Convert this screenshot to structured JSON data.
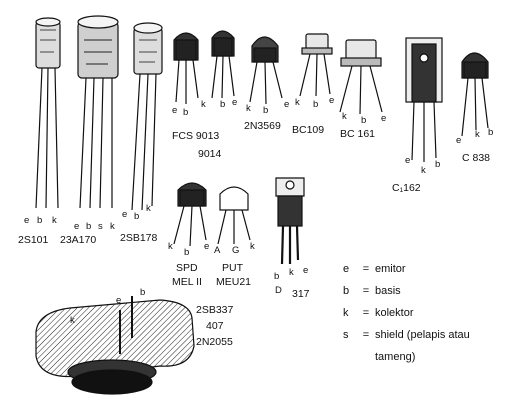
{
  "components": [
    {
      "id": "2s101",
      "label": "2S101",
      "pins": [
        "e",
        "b",
        "k"
      ]
    },
    {
      "id": "23a170",
      "label": "23A170",
      "pins": [
        "e",
        "b",
        "s",
        "k"
      ]
    },
    {
      "id": "2sb178",
      "label": "2SB178",
      "pins": [
        "e",
        "b",
        "k"
      ]
    },
    {
      "id": "fcs",
      "label1": "FCS 9013",
      "label2": "9014",
      "pins": [
        "e",
        "b",
        "k"
      ]
    },
    {
      "id": "fcs2",
      "pins": [
        "b",
        "e"
      ]
    },
    {
      "id": "2n3569",
      "label": "2N3569",
      "pins": [
        "k",
        "b",
        "e"
      ]
    },
    {
      "id": "bc109",
      "label": "BC109",
      "pins": [
        "k",
        "b",
        "e"
      ]
    },
    {
      "id": "bc161",
      "label": "BC 161",
      "pins": [
        "k",
        "b",
        "e"
      ]
    },
    {
      "id": "c1162",
      "label": "C₁162",
      "pins": [
        "e",
        "k",
        "b"
      ]
    },
    {
      "id": "c838",
      "label": "C 838",
      "pins": [
        "e",
        "k",
        "b"
      ]
    },
    {
      "id": "spd",
      "label1": "SPD",
      "label2": "MEL II",
      "pins": [
        "k",
        "b",
        "e"
      ]
    },
    {
      "id": "put",
      "label1": "PUT",
      "label2": "MEU21",
      "pins": [
        "A",
        "G",
        "k"
      ]
    },
    {
      "id": "t317",
      "label": "317",
      "pins": [
        "b",
        "D",
        "k",
        "e"
      ]
    },
    {
      "id": "power",
      "label1": "2SB337",
      "label2": "407",
      "label3": "2N2055",
      "pins": [
        "e",
        "b",
        "k"
      ]
    }
  ],
  "legend": [
    {
      "key": "e",
      "text": "emitor"
    },
    {
      "key": "b",
      "text": "basis"
    },
    {
      "key": "k",
      "text": "kolektor"
    },
    {
      "key": "s",
      "text": "shield (pelapis atau",
      "cont": "tameng)"
    }
  ],
  "legend_eq": "="
}
